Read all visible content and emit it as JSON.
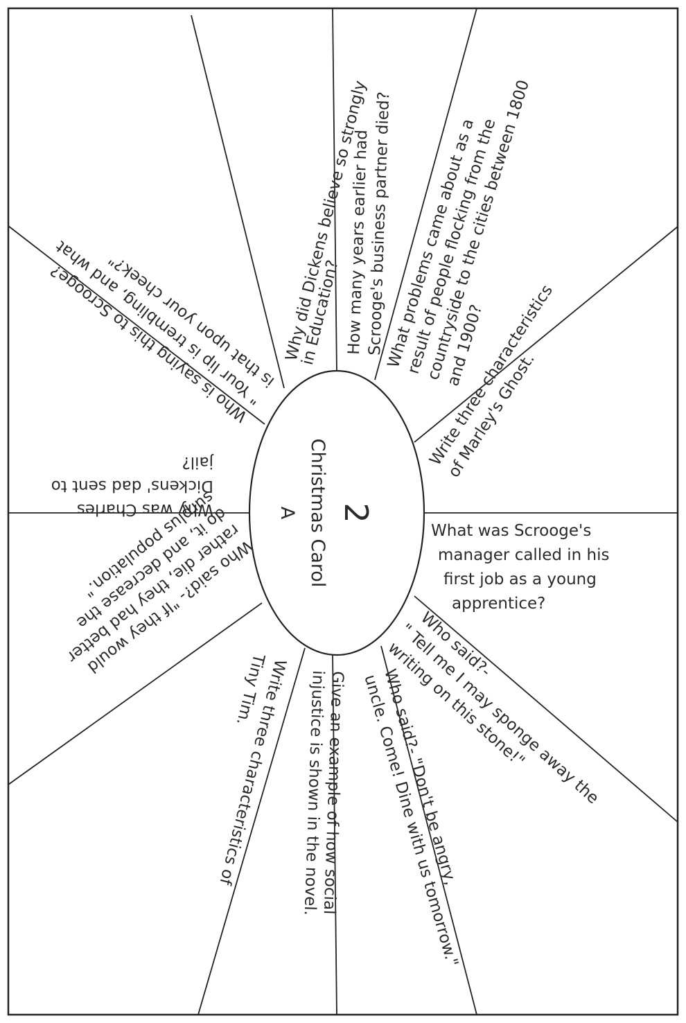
{
  "center": {
    "title_a": "A",
    "title_b": "Christmas  Carol",
    "number": "2"
  },
  "questions": [
    {
      "id": "q1",
      "lines": [
        "Why did Dickens  believe so strongly",
        "in Education?"
      ]
    },
    {
      "id": "q2",
      "lines": [
        "How many years earlier had",
        "Scrooge's business partner died?"
      ]
    },
    {
      "id": "q3",
      "lines": [
        "What problems came about as a",
        "result of people flocking from the",
        "countryside to the cities between 1800",
        "and 1900?"
      ]
    },
    {
      "id": "q4",
      "lines": [
        "Write three characteristics",
        "of Marley's Ghost."
      ]
    },
    {
      "id": "q5",
      "lines": [
        "What was Scrooge's",
        "manager called in his",
        "first job as a young",
        "apprentice?"
      ]
    },
    {
      "id": "q6",
      "lines": [
        "Who said?-",
        "\" Tell me I may sponge away the",
        "writing on this stone!\""
      ]
    },
    {
      "id": "q7",
      "lines": [
        "Who said?- \"Don't be angry,",
        "uncle. Come! Dine with us tomorrow.\""
      ]
    },
    {
      "id": "q8",
      "lines": [
        "Give an example of how social",
        "injustice is shown in the novel."
      ]
    },
    {
      "id": "q9",
      "lines": [
        "Write three characteristics of",
        "Tiny Tim."
      ]
    },
    {
      "id": "q10",
      "lines": [
        "Who said?- \"If they would",
        "rather die, they had better",
        "do it, and decrease the",
        "surplus population.\""
      ]
    },
    {
      "id": "q11",
      "lines": [
        "Why was Charles",
        "Dickens' dad sent to",
        "jail?"
      ]
    },
    {
      "id": "q12",
      "lines": [
        "Who is saying this to Scrooge?",
        "\" Your lip is trembling, and what",
        "is that upon your cheek?\""
      ]
    }
  ]
}
